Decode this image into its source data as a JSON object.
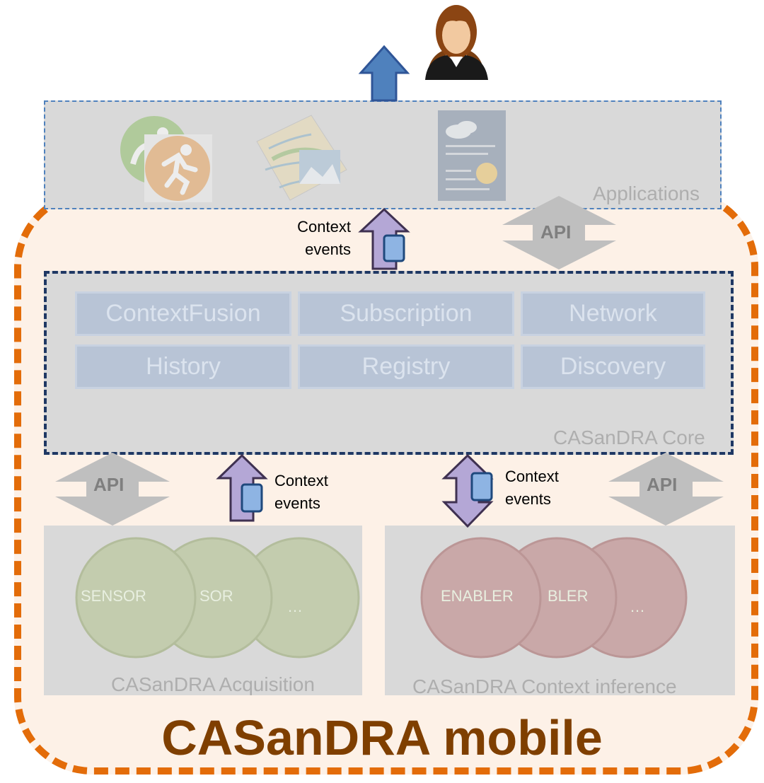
{
  "applications": {
    "label": "Applications"
  },
  "core": {
    "label": "CASanDRA Core",
    "modules": [
      "ContextFusion",
      "Subscription",
      "Network",
      "History",
      "Registry",
      "Discovery"
    ]
  },
  "acquisition": {
    "label": "CASanDRA Acquisition",
    "circles": [
      "SENSOR",
      "SOR",
      "…"
    ]
  },
  "inference": {
    "label": "CASanDRA Context inference",
    "circles": [
      "ENABLER",
      "BLER",
      "…"
    ]
  },
  "labels": {
    "api_top": "API",
    "api_left": "API",
    "api_right": "API",
    "context_events_top_line1": "Context",
    "context_events_top_line2": "events",
    "context_events_left_line1": "Context",
    "context_events_left_line2": "events",
    "context_events_right_line1": "Context",
    "context_events_right_line2": "events"
  },
  "title": "CASanDRA mobile",
  "colors": {
    "outer_border": "#e36c09",
    "outer_fill": "#fdf1e7",
    "core_border": "#1f3864",
    "apps_border": "#4f81bd",
    "module_fill": "#b8c4d6",
    "sensor_circle": "#c3ccae",
    "enabler_circle": "#c9a8a8",
    "context_arrow": "#b4a7d6",
    "up_arrow": "#4f81bd",
    "title_text": "#7f3f00"
  },
  "icons": [
    "person-avatar-icon",
    "fitness-app-icon",
    "map-app-icon",
    "weather-app-icon",
    "mobile-device-icon"
  ]
}
